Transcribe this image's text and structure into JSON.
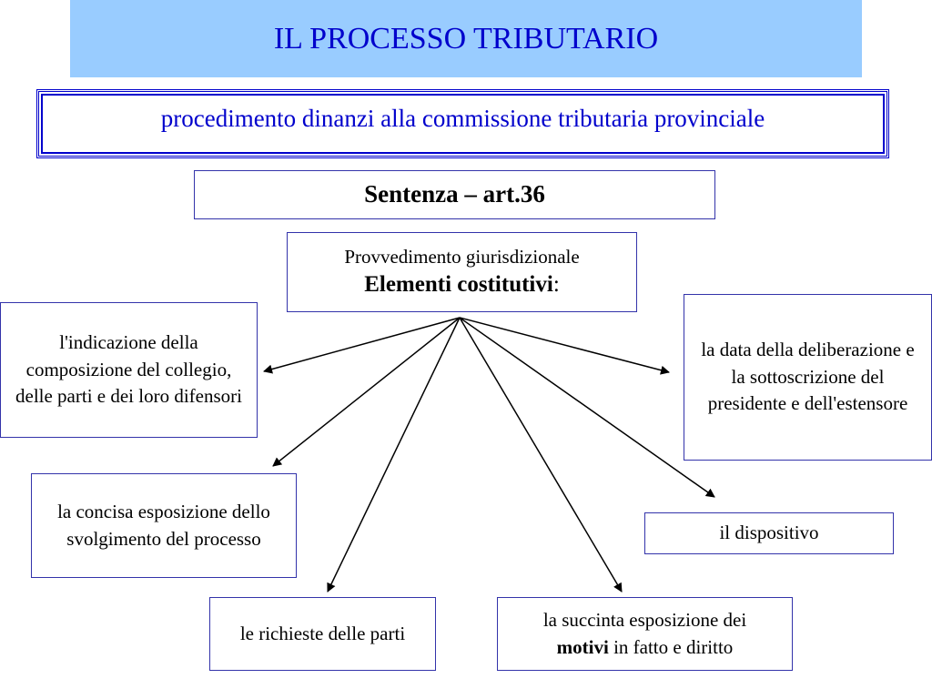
{
  "header": {
    "title": "IL PROCESSO TRIBUTARIO"
  },
  "subtitle": "procedimento dinanzi alla commissione tributaria provinciale",
  "sentenza": "Sentenza – art.36",
  "center": {
    "line1": "Provvedimento giurisdizionale",
    "line2_bold": "Elementi costitutivi",
    "line2_suffix": ":"
  },
  "elements": {
    "composizione": "l'indicazione della composizione del collegio, delle parti e dei loro difensori",
    "svolgimento": "la concisa esposizione dello svolgimento del processo",
    "richieste": "le richieste delle parti",
    "motivi_pre": "la succinta esposizione dei",
    "motivi_bold": "motivi",
    "motivi_post": "in fatto e diritto",
    "dispositivo": "il dispositivo",
    "data": "la data della deliberazione e la sottoscrizione del presidente e dell'estensore"
  },
  "colors": {
    "title_bg": "#99ccff",
    "accent": "#0000cc",
    "border": "#3333aa"
  }
}
